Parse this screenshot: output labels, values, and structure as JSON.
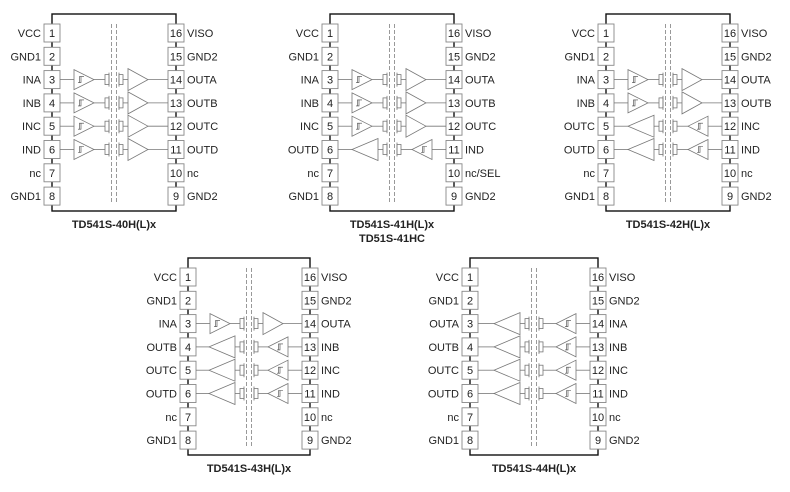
{
  "chips": [
    {
      "title": [
        "TD541S-40H(L)x"
      ],
      "left_pins": [
        {
          "num": "1",
          "label": "VCC"
        },
        {
          "num": "2",
          "label": "GND1"
        },
        {
          "num": "3",
          "label": "INA"
        },
        {
          "num": "4",
          "label": "INB"
        },
        {
          "num": "5",
          "label": "INC"
        },
        {
          "num": "6",
          "label": "IND"
        },
        {
          "num": "7",
          "label": "nc"
        },
        {
          "num": "8",
          "label": "GND1"
        }
      ],
      "right_pins": [
        {
          "num": "16",
          "label": "VISO"
        },
        {
          "num": "15",
          "label": "GND2"
        },
        {
          "num": "14",
          "label": "OUTA"
        },
        {
          "num": "13",
          "label": "OUTB"
        },
        {
          "num": "12",
          "label": "OUTC"
        },
        {
          "num": "11",
          "label": "OUTD"
        },
        {
          "num": "10",
          "label": "nc"
        },
        {
          "num": "9",
          "label": "GND2"
        }
      ],
      "channels": [
        "forward",
        "forward",
        "forward",
        "forward"
      ]
    },
    {
      "title": [
        "TD541S-41H(L)x",
        "TD51S-41HC"
      ],
      "left_pins": [
        {
          "num": "1",
          "label": "VCC"
        },
        {
          "num": "2",
          "label": "GND1"
        },
        {
          "num": "3",
          "label": "INA"
        },
        {
          "num": "4",
          "label": "INB"
        },
        {
          "num": "5",
          "label": "INC"
        },
        {
          "num": "6",
          "label": "OUTD"
        },
        {
          "num": "7",
          "label": "nc"
        },
        {
          "num": "8",
          "label": "GND1"
        }
      ],
      "right_pins": [
        {
          "num": "16",
          "label": "VISO"
        },
        {
          "num": "15",
          "label": "GND2"
        },
        {
          "num": "14",
          "label": "OUTA"
        },
        {
          "num": "13",
          "label": "OUTB"
        },
        {
          "num": "12",
          "label": "OUTC"
        },
        {
          "num": "11",
          "label": "IND"
        },
        {
          "num": "10",
          "label": "nc/SEL"
        },
        {
          "num": "9",
          "label": "GND2"
        }
      ],
      "channels": [
        "forward",
        "forward",
        "forward",
        "reverse"
      ]
    },
    {
      "title": [
        "TD541S-42H(L)x"
      ],
      "left_pins": [
        {
          "num": "1",
          "label": "VCC"
        },
        {
          "num": "2",
          "label": "GND1"
        },
        {
          "num": "3",
          "label": "INA"
        },
        {
          "num": "4",
          "label": "INB"
        },
        {
          "num": "5",
          "label": "OUTC"
        },
        {
          "num": "6",
          "label": "OUTD"
        },
        {
          "num": "7",
          "label": "nc"
        },
        {
          "num": "8",
          "label": "GND1"
        }
      ],
      "right_pins": [
        {
          "num": "16",
          "label": "VISO"
        },
        {
          "num": "15",
          "label": "GND2"
        },
        {
          "num": "14",
          "label": "OUTA"
        },
        {
          "num": "13",
          "label": "OUTB"
        },
        {
          "num": "12",
          "label": "INC"
        },
        {
          "num": "11",
          "label": "IND"
        },
        {
          "num": "10",
          "label": "nc"
        },
        {
          "num": "9",
          "label": "GND2"
        }
      ],
      "channels": [
        "forward",
        "forward",
        "reverse",
        "reverse"
      ]
    },
    {
      "title": [
        "TD541S-43H(L)x"
      ],
      "left_pins": [
        {
          "num": "1",
          "label": "VCC"
        },
        {
          "num": "2",
          "label": "GND1"
        },
        {
          "num": "3",
          "label": "INA"
        },
        {
          "num": "4",
          "label": "OUTB"
        },
        {
          "num": "5",
          "label": "OUTC"
        },
        {
          "num": "6",
          "label": "OUTD"
        },
        {
          "num": "7",
          "label": "nc"
        },
        {
          "num": "8",
          "label": "GND1"
        }
      ],
      "right_pins": [
        {
          "num": "16",
          "label": "VISO"
        },
        {
          "num": "15",
          "label": "GND2"
        },
        {
          "num": "14",
          "label": "OUTA"
        },
        {
          "num": "13",
          "label": "INB"
        },
        {
          "num": "12",
          "label": "INC"
        },
        {
          "num": "11",
          "label": "IND"
        },
        {
          "num": "10",
          "label": "nc"
        },
        {
          "num": "9",
          "label": "GND2"
        }
      ],
      "channels": [
        "forward",
        "reverse",
        "reverse",
        "reverse"
      ]
    },
    {
      "title": [
        "TD541S-44H(L)x"
      ],
      "left_pins": [
        {
          "num": "1",
          "label": "VCC"
        },
        {
          "num": "2",
          "label": "GND1"
        },
        {
          "num": "3",
          "label": "OUTA"
        },
        {
          "num": "4",
          "label": "OUTB"
        },
        {
          "num": "5",
          "label": "OUTC"
        },
        {
          "num": "6",
          "label": "OUTD"
        },
        {
          "num": "7",
          "label": "nc"
        },
        {
          "num": "8",
          "label": "GND1"
        }
      ],
      "right_pins": [
        {
          "num": "16",
          "label": "VISO"
        },
        {
          "num": "15",
          "label": "GND2"
        },
        {
          "num": "14",
          "label": "INA"
        },
        {
          "num": "13",
          "label": "INB"
        },
        {
          "num": "12",
          "label": "INC"
        },
        {
          "num": "11",
          "label": "IND"
        },
        {
          "num": "10",
          "label": "nc"
        },
        {
          "num": "9",
          "label": "GND2"
        }
      ],
      "channels": [
        "reverse",
        "reverse",
        "reverse",
        "reverse"
      ]
    }
  ],
  "colors": {
    "outline": "#111111",
    "component": "#777777",
    "pin_box": "#888888"
  }
}
